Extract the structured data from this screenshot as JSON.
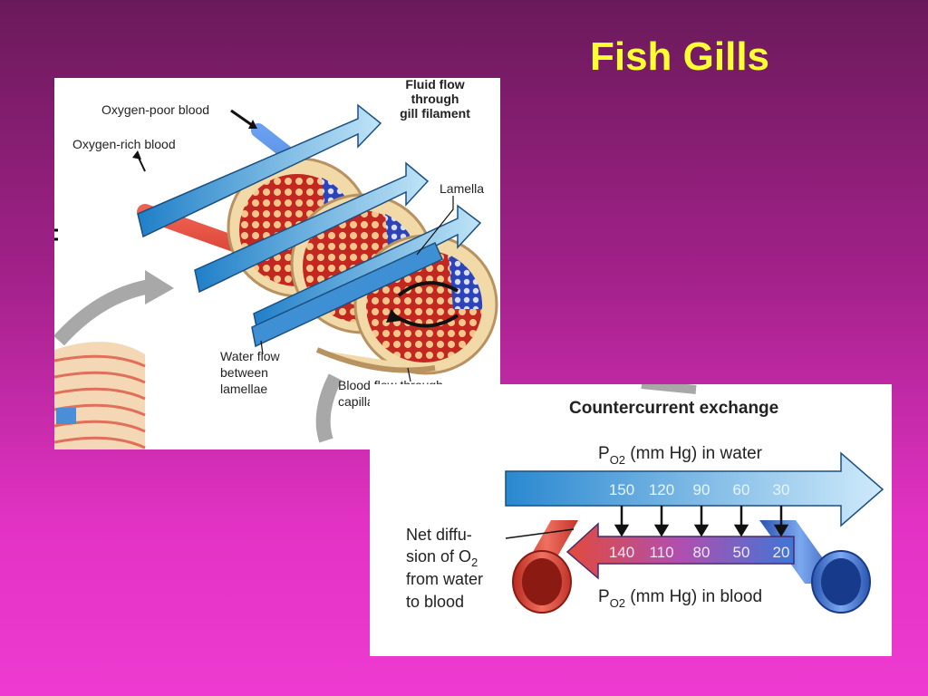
{
  "slide": {
    "title": "Fish Gills"
  },
  "gill_figure": {
    "labels": {
      "oxygen_poor": "Oxygen-poor blood",
      "oxygen_rich": "Oxygen-rich blood",
      "fluid_flow_1": "Fluid flow",
      "fluid_flow_2": "through",
      "fluid_flow_3": "gill filament",
      "lamella": "Lamella",
      "water_flow_1": "Water flow",
      "water_flow_2": "between",
      "water_flow_3": "lamellae",
      "blood_flow_1": "Blood flow through",
      "blood_flow_2": "capillaries in lamella"
    },
    "colors": {
      "water": "#4aa0dc",
      "oxygen_rich": "#d8322a",
      "oxygen_poor": "#3a6fd0",
      "tissue": "#f2d9a8"
    }
  },
  "countercurrent": {
    "title": "Countercurrent exchange",
    "water_label_prefix": "P",
    "water_label_sub": "O2",
    "water_label_suffix": " (mm Hg) in water",
    "blood_label_prefix": "P",
    "blood_label_sub": "O2",
    "blood_label_suffix": " (mm Hg) in blood",
    "water_values": [
      "150",
      "120",
      "90",
      "60",
      "30"
    ],
    "blood_values": [
      "140",
      "110",
      "80",
      "50",
      "20"
    ],
    "diffusion_1": "Net diffu-",
    "diffusion_2": "sion of O",
    "diffusion_2_sub": "2",
    "diffusion_3": "from water",
    "diffusion_4": "to blood",
    "colors": {
      "water": "#4aa7e0",
      "blood_red": "#e0453a",
      "blood_blue": "#3f76d6",
      "blood_purple": "#a455b8"
    }
  }
}
